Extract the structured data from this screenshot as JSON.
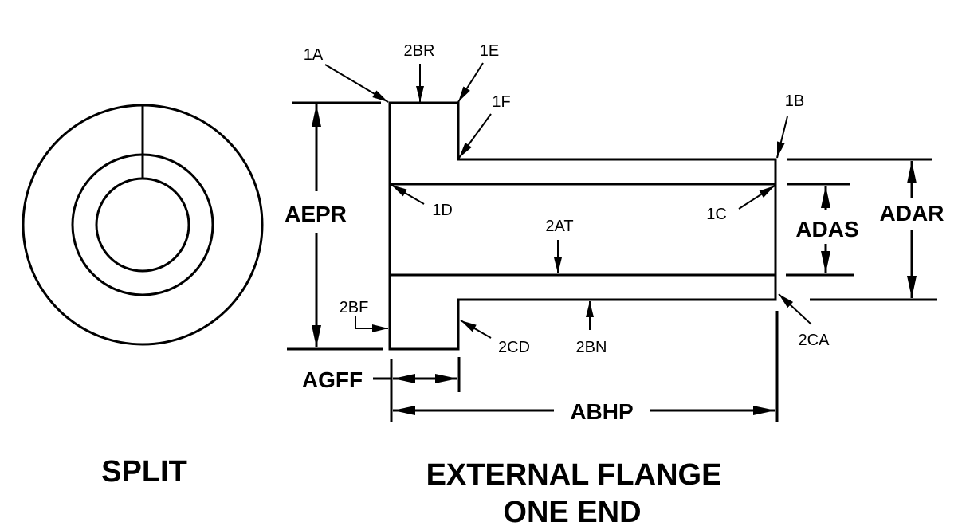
{
  "diagram": {
    "views": {
      "left": {
        "caption": "SPLIT"
      },
      "right": {
        "caption_line1": "EXTERNAL FLANGE",
        "caption_line2": "ONE END"
      }
    },
    "callouts": {
      "c1A": "1A",
      "c2BR": "2BR",
      "c1E": "1E",
      "c1F": "1F",
      "c1B": "1B",
      "c1D": "1D",
      "c1C": "1C",
      "c2AT": "2AT",
      "c2BF": "2BF",
      "c2CD": "2CD",
      "c2BN": "2BN",
      "c2CA": "2CA"
    },
    "dimensions": {
      "AEPR": "AEPR",
      "ADAS": "ADAS",
      "ADAR": "ADAR",
      "AGFF": "AGFF",
      "ABHP": "ABHP"
    },
    "colors": {
      "ink": "#000000",
      "paper": "#ffffff"
    }
  }
}
